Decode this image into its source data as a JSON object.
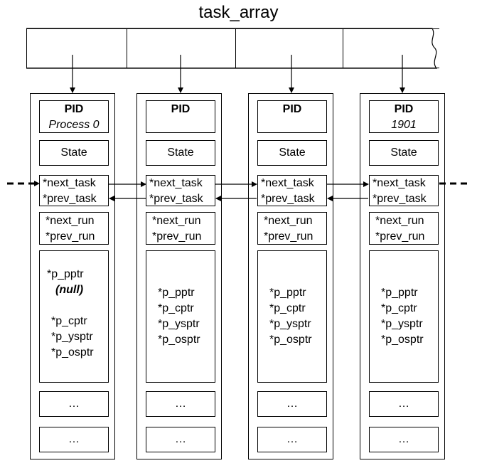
{
  "title": "task_array",
  "tasks": [
    {
      "pid_label": "PID",
      "pid_value": "Process 0",
      "state": "State",
      "next_task": "*next_task",
      "prev_task": "*prev_task",
      "next_run": "*next_run",
      "prev_run": "*prev_run",
      "pointers": [
        "*p_pptr",
        "(null)",
        "",
        "*p_cptr",
        "*p_ysptr",
        "*p_osptr"
      ],
      "ellipsis_1": "…",
      "ellipsis_2": "…"
    },
    {
      "pid_label": "PID",
      "pid_value": "",
      "state": "State",
      "next_task": "*next_task",
      "prev_task": "*prev_task",
      "next_run": "*next_run",
      "prev_run": "*prev_run",
      "pointers": [
        "*p_pptr",
        "*p_cptr",
        "*p_ysptr",
        "*p_osptr"
      ],
      "ellipsis_1": "…",
      "ellipsis_2": "…"
    },
    {
      "pid_label": "PID",
      "pid_value": "",
      "state": "State",
      "next_task": "*next_task",
      "prev_task": "*prev_task",
      "next_run": "*next_run",
      "prev_run": "*prev_run",
      "pointers": [
        "*p_pptr",
        "*p_cptr",
        "*p_ysptr",
        "*p_osptr"
      ],
      "ellipsis_1": "…",
      "ellipsis_2": "…"
    },
    {
      "pid_label": "PID",
      "pid_value": "1901",
      "state": "State",
      "next_task": "*next_task",
      "prev_task": "*prev_task",
      "next_run": "*next_run",
      "prev_run": "*prev_run",
      "pointers": [
        "*p_pptr",
        "*p_cptr",
        "*p_ysptr",
        "*p_osptr"
      ],
      "ellipsis_1": "…",
      "ellipsis_2": "…"
    }
  ]
}
